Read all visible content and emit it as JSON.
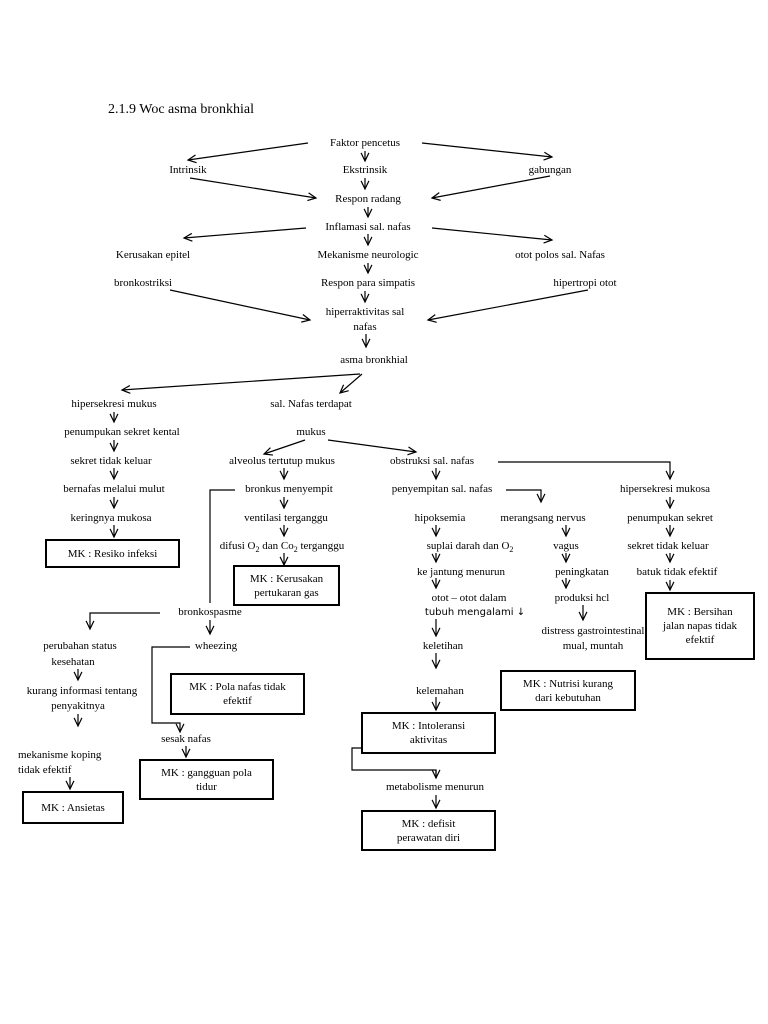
{
  "heading": "2.1.9 Woc asma bronkhial",
  "nodes": {
    "faktor": "Faktor pencetus",
    "intrinsik": "Intrinsik",
    "ekstrinsik": "Ekstrinsik",
    "gabungan": "gabungan",
    "respon_radang": "Respon radang",
    "inflamasi": "Inflamasi sal. nafas",
    "kerusakan": "Kerusakan epitel",
    "mekanisme": "Mekanisme neurologic",
    "otot_polos": "otot polos sal. Nafas",
    "bronkostriksi": "bronkostriksi",
    "respon_simpatis": "Respon para simpatis",
    "hipertropi": "hipertropi otot",
    "hiperr": "hiperraktivitas sal",
    "hiperr2": "nafas",
    "asma": "asma bronkhial",
    "hipersekresi_mukus": "hipersekresi mukus",
    "sal_nafas": "sal. Nafas terdapat",
    "penumpukan_kental": "penumpukan sekret kental",
    "mukus": "mukus",
    "sekret_tidak": "sekret tidak keluar",
    "alveolus": "alveolus tertutup mukus",
    "obstruksi": "obstruksi sal. nafas",
    "bernafas": "bernafas melalui mulut",
    "bronkus": "bronkus menyempit",
    "penyempitan": "penyempitan sal. nafas",
    "hipersekresi_mukosa": "hipersekresi mukosa",
    "keringnya": "keringnya mukosa",
    "ventilasi": "ventilasi terganggu",
    "hipoksemia": "hipoksemia",
    "merangsang": "merangsang nervus",
    "penumpukan_sekret": "penumpukan sekret",
    "difusi_a": "difusi O",
    "difusi_sub1": "2",
    "difusi_b": " dan Co",
    "difusi_sub2": "2",
    "difusi_c": " terganggu",
    "suplai_a": "suplai darah dan O",
    "suplai_sub": "2",
    "vagus": "vagus",
    "sekret_keluar": "sekret tidak keluar",
    "jantung": "ke jantung menurun",
    "peningkatan": "peningkatan",
    "batuk": "batuk tidak efektif",
    "otot_dalam": "otot – otot dalam",
    "produksi": "produksi hcl",
    "tubuh": "tubuh mengalami ↓",
    "distress": "distress gastrointestinal",
    "mual": "mual, muntah",
    "bronkospasme": "bronkospasme",
    "perubahan": "perubahan status",
    "kesehatan": "kesehatan",
    "wheezing": "wheezing",
    "keletihan": "keletihan",
    "kurang": "kurang informasi tentang",
    "penyakit": "penyakitnya",
    "kelemahan": "kelemahan",
    "sesak": "sesak nafas",
    "mekanisme_koping": "mekanisme koping",
    "tidak_efektif": "tidak efektif",
    "metabolisme": "metabolisme menurun"
  },
  "mk_boxes": {
    "resiko": [
      "MK : Resiko infeksi"
    ],
    "kerusakan": [
      "MK : Kerusakan",
      "pertukaran gas"
    ],
    "bersihan": [
      "MK : Bersihan",
      "jalan napas tidak",
      "efektif"
    ],
    "pola_nafas": [
      "MK : Pola nafas tidak",
      "efektif"
    ],
    "nutrisi": [
      "MK : Nutrisi kurang",
      "dari kebutuhan"
    ],
    "intoleransi": [
      "MK : Intoleransi",
      "aktivitas"
    ],
    "tidur": [
      "MK : gangguan pola",
      "tidur"
    ],
    "ansietas": [
      "MK : Ansietas"
    ],
    "defisit": [
      "MK : defisit",
      "perawatan diri"
    ]
  }
}
